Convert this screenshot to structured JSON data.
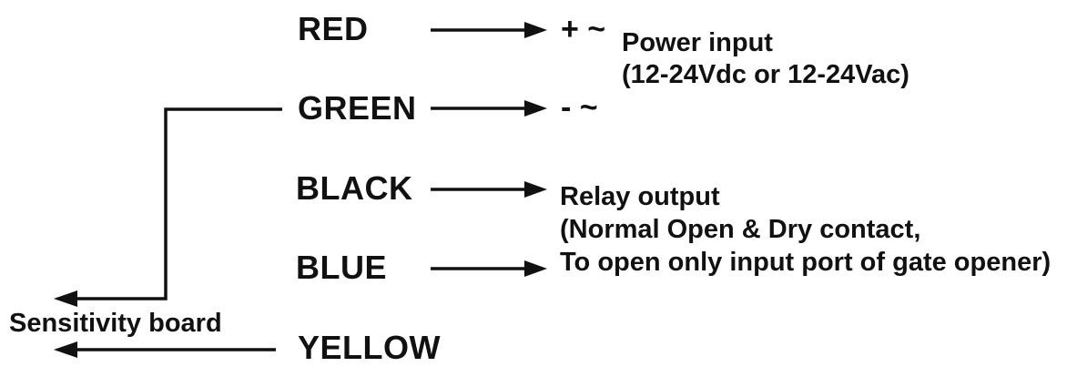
{
  "diagram": {
    "colors": {
      "ink": "#111111",
      "background": "#ffffff"
    },
    "wires": [
      {
        "label": "RED"
      },
      {
        "label": "GREEN"
      },
      {
        "label": "BLACK"
      },
      {
        "label": "BLUE"
      },
      {
        "label": "YELLOW"
      }
    ],
    "terminals": {
      "positive": "+ ~",
      "negative": "- ~"
    },
    "power_note": {
      "line1": "Power input",
      "line2": "(12-24Vdc or 12-24Vac)"
    },
    "relay_note": {
      "line1": "Relay output",
      "line2": "(Normal Open & Dry contact,",
      "line3": "To open only input port of gate opener)"
    },
    "sensitivity_label": "Sensitivity board"
  }
}
